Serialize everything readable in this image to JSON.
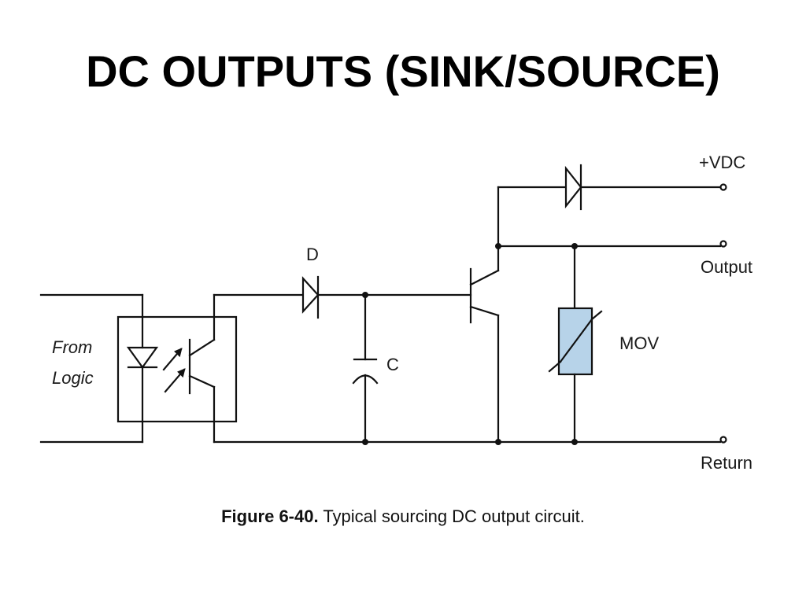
{
  "title": "DC OUTPUTS (SINK/SOURCE)",
  "labels": {
    "from": "From",
    "logic": "Logic",
    "diode": "D",
    "capacitor": "C",
    "mov": "MOV",
    "vdc": "+VDC",
    "output": "Output",
    "return": "Return"
  },
  "caption": {
    "figure": "Figure 6-40.",
    "text": "Typical sourcing DC output circuit."
  },
  "colors": {
    "wire": "#111111",
    "mov_fill": "#b7d3e9"
  }
}
